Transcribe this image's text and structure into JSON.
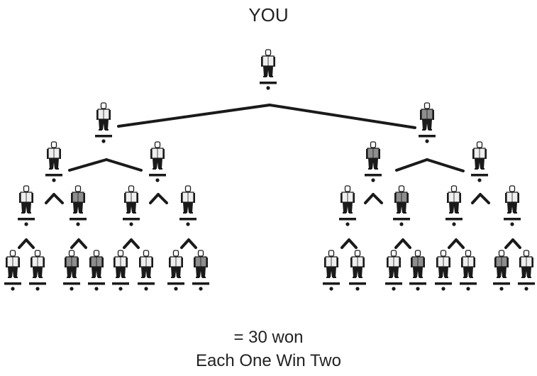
{
  "diagram": {
    "title": "YOU",
    "result_text": "= 30 won",
    "subtitle": "Each One Win Two",
    "colors": {
      "line": "#1a1a1a",
      "shirt_light": "#efefef",
      "shirt_dark": "#8e8e8e",
      "pants": "#1a1a1a"
    },
    "people": [
      {
        "id": "you",
        "level": 0,
        "shirt": "light"
      },
      {
        "id": "l1-left",
        "level": 1,
        "shirt": "light"
      },
      {
        "id": "l1-right",
        "level": 1,
        "shirt": "dark"
      },
      {
        "id": "l2-a",
        "level": 2,
        "shirt": "light"
      },
      {
        "id": "l2-b",
        "level": 2,
        "shirt": "light"
      },
      {
        "id": "l2-c",
        "level": 2,
        "shirt": "dark"
      },
      {
        "id": "l2-d",
        "level": 2,
        "shirt": "light"
      },
      {
        "id": "l3-a",
        "level": 3,
        "shirt": "light"
      },
      {
        "id": "l3-b",
        "level": 3,
        "shirt": "dark"
      },
      {
        "id": "l3-c",
        "level": 3,
        "shirt": "light"
      },
      {
        "id": "l3-d",
        "level": 3,
        "shirt": "light"
      },
      {
        "id": "l3-e",
        "level": 3,
        "shirt": "light"
      },
      {
        "id": "l3-f",
        "level": 3,
        "shirt": "dark"
      },
      {
        "id": "l3-g",
        "level": 3,
        "shirt": "light"
      },
      {
        "id": "l3-h",
        "level": 3,
        "shirt": "light"
      },
      {
        "id": "l4-a",
        "level": 4,
        "shirt": "light"
      },
      {
        "id": "l4-b",
        "level": 4,
        "shirt": "light"
      },
      {
        "id": "l4-c",
        "level": 4,
        "shirt": "dark"
      },
      {
        "id": "l4-d",
        "level": 4,
        "shirt": "dark"
      },
      {
        "id": "l4-e",
        "level": 4,
        "shirt": "light"
      },
      {
        "id": "l4-f",
        "level": 4,
        "shirt": "light"
      },
      {
        "id": "l4-g",
        "level": 4,
        "shirt": "light"
      },
      {
        "id": "l4-h",
        "level": 4,
        "shirt": "dark"
      },
      {
        "id": "l4-i",
        "level": 4,
        "shirt": "light"
      },
      {
        "id": "l4-j",
        "level": 4,
        "shirt": "light"
      },
      {
        "id": "l4-k",
        "level": 4,
        "shirt": "light"
      },
      {
        "id": "l4-l",
        "level": 4,
        "shirt": "dark"
      },
      {
        "id": "l4-m",
        "level": 4,
        "shirt": "light"
      },
      {
        "id": "l4-n",
        "level": 4,
        "shirt": "light"
      },
      {
        "id": "l4-o",
        "level": 4,
        "shirt": "dark"
      },
      {
        "id": "l4-p",
        "level": 4,
        "shirt": "light"
      }
    ]
  }
}
